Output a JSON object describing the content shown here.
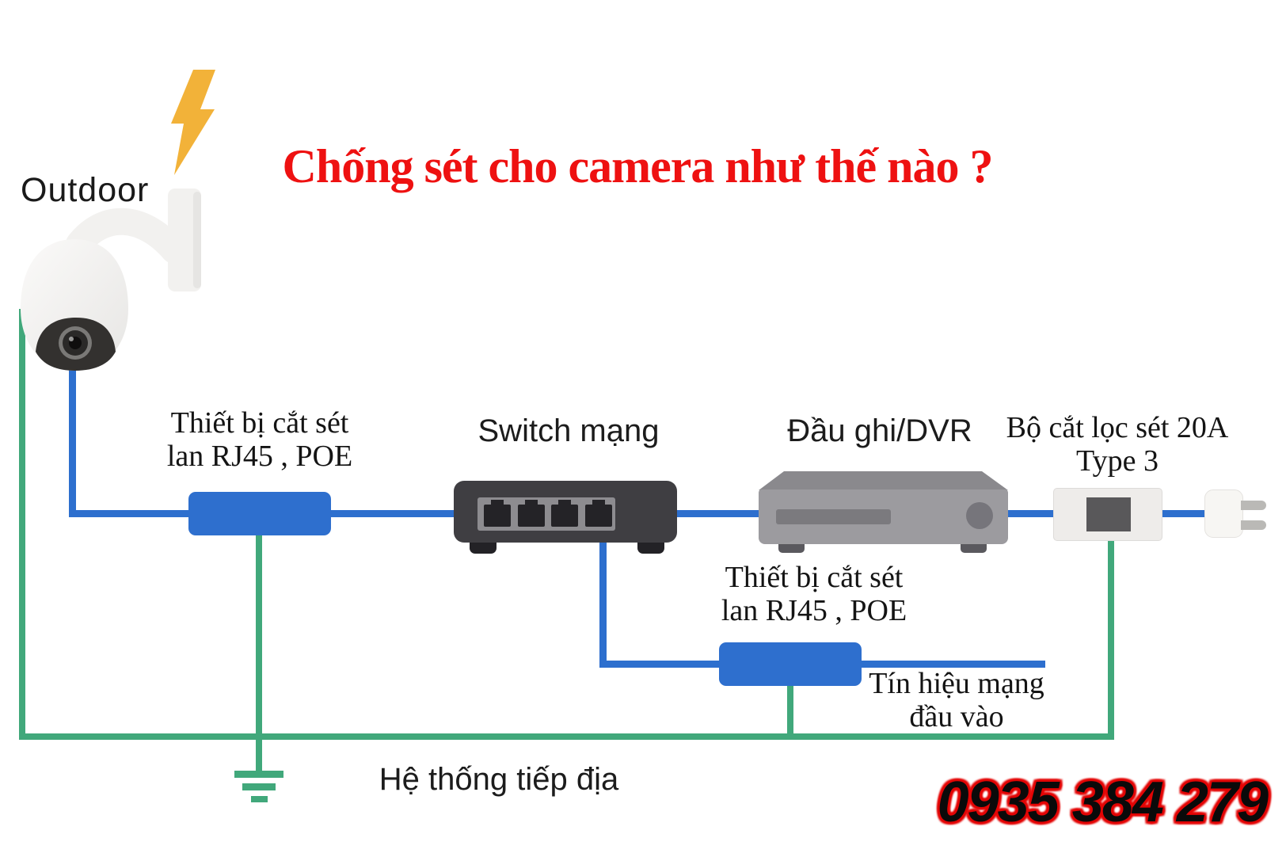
{
  "title": "Chống sét cho camera như thế nào ?",
  "camera": {
    "label": "Outdoor"
  },
  "devices": {
    "surge_protector_top": {
      "line1": "Thiết bị cắt sét",
      "line2": "lan RJ45 , POE"
    },
    "network_switch": {
      "label": "Switch mạng"
    },
    "dvr": {
      "label": "Đầu ghi/DVR"
    },
    "surge_filter": {
      "line1": "Bộ cắt lọc sét 20A",
      "line2": "Type 3"
    },
    "surge_protector_bottom": {
      "line1": "Thiết bị cắt sét",
      "line2": "lan RJ45 , POE"
    }
  },
  "annotations": {
    "signal_input": {
      "line1": "Tín hiệu mạng",
      "line2": "đầu vào"
    },
    "grounding_system": "Hệ thống tiếp địa"
  },
  "contact": {
    "phone": "0935 384 279"
  },
  "colors": {
    "title_red": "#ee1111",
    "wire_blue": "#2d6fce",
    "wire_green": "#41a87b",
    "device_blue": "#2e6fce",
    "lightning_yellow": "#f2b239"
  },
  "icons": {
    "lightning": "lightning-bolt-icon",
    "camera": "dome-camera-icon",
    "ground": "ground-symbol-icon",
    "plug": "power-plug-icon"
  }
}
